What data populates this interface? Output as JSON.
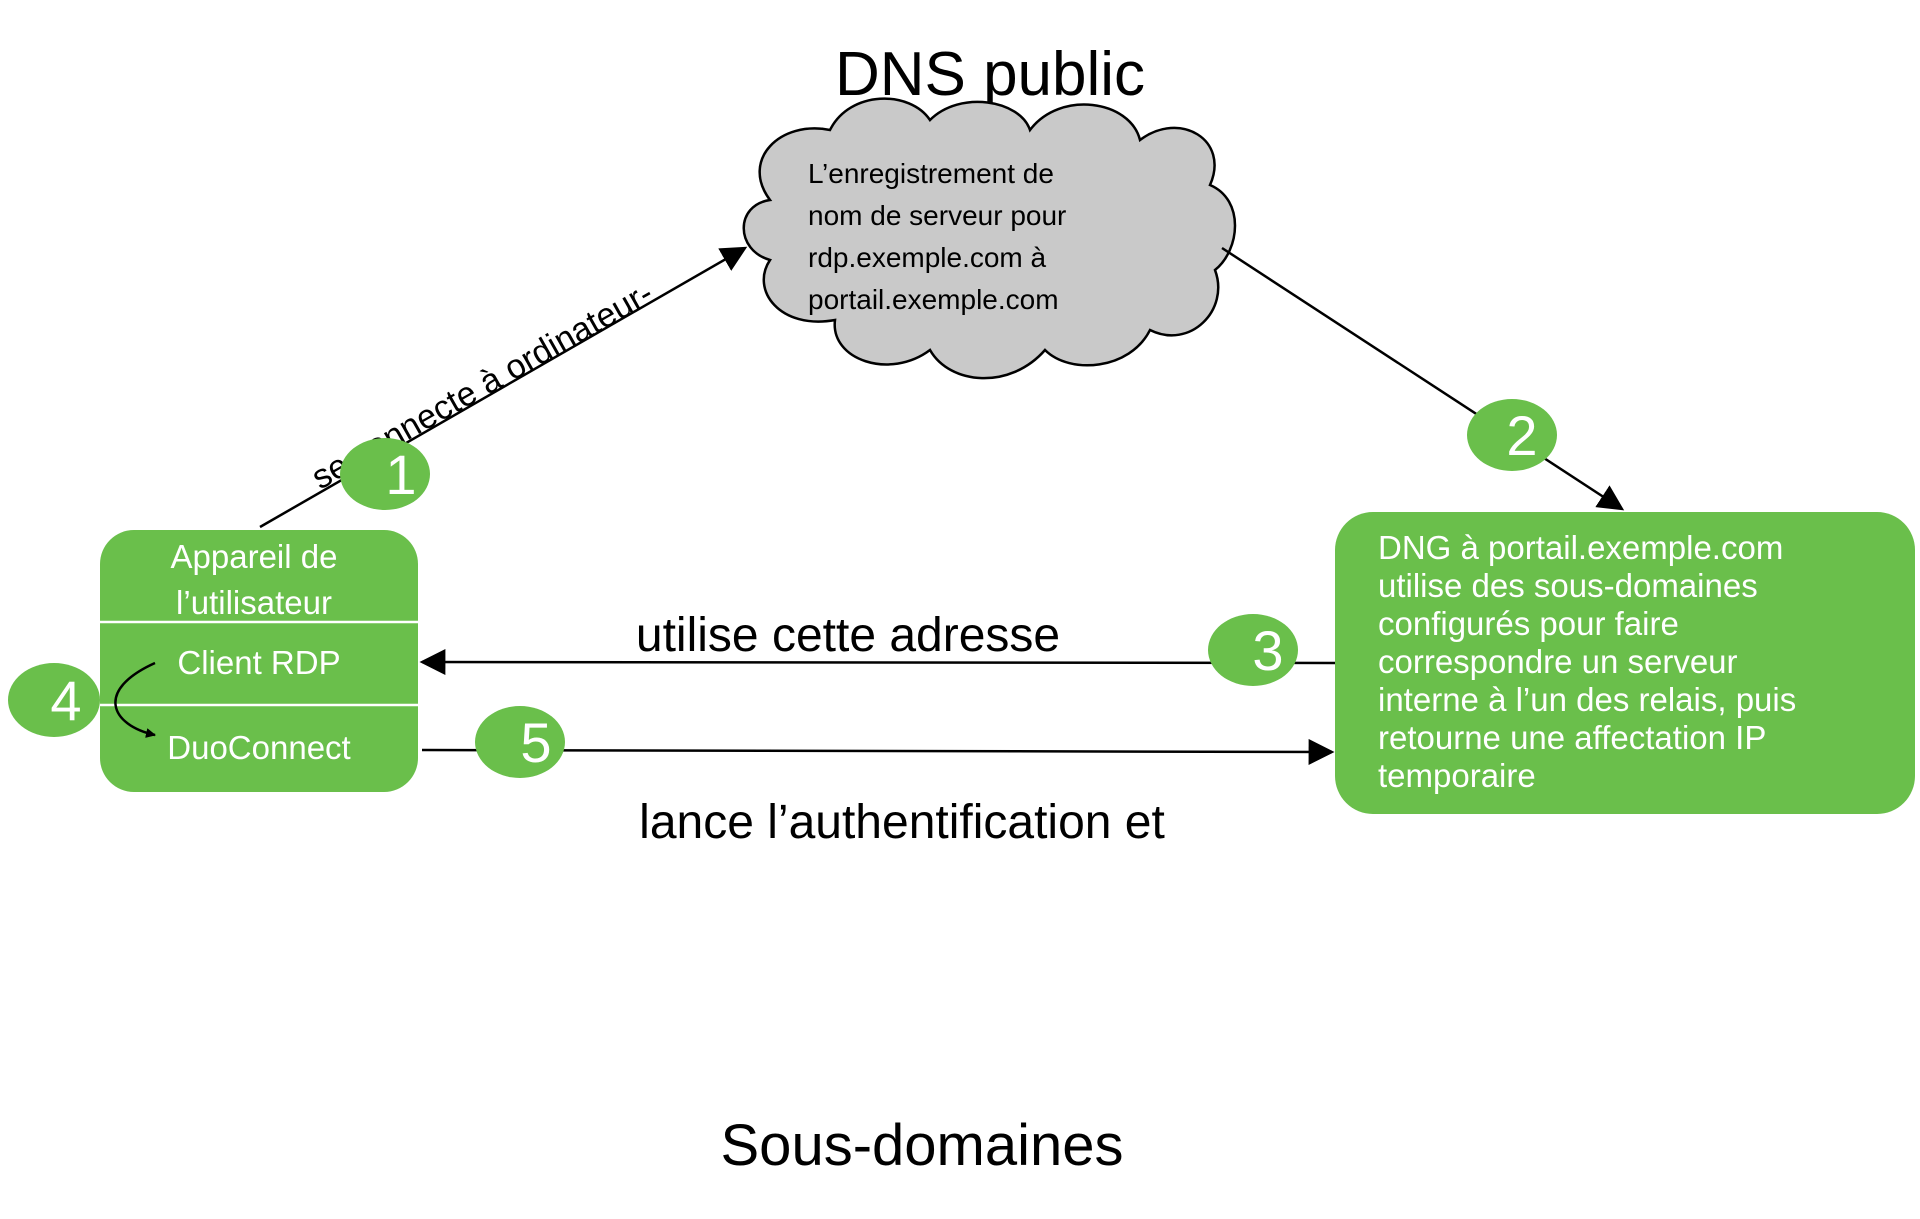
{
  "title": "DNS public",
  "cloud": {
    "lines": [
      "L’enregistrement de",
      "nom de serveur pour",
      "rdp.exemple.com à",
      "portail.exemple.com"
    ]
  },
  "device": {
    "header_lines": [
      "Appareil de",
      "l’utilisateur"
    ],
    "client_rdp": "Client RDP",
    "duoconnect": "DuoConnect"
  },
  "dng_box": {
    "lines": [
      "DNG à portail.exemple.com",
      "utilise des sous-domaines",
      "configurés pour faire",
      "correspondre un serveur",
      "interne à l’un des relais, puis",
      "retourne une affectation IP",
      "temporaire"
    ]
  },
  "arrow_labels": {
    "step1": "se connecte à ordinateur-",
    "step3": "utilise cette adresse",
    "step5": "lance l’authentification et"
  },
  "steps": [
    "1",
    "2",
    "3",
    "4",
    "5"
  ],
  "footer": "Sous-domaines",
  "colors": {
    "green": "#6abf4b",
    "cloud_fill": "#c9c9c9",
    "line": "#000000"
  }
}
